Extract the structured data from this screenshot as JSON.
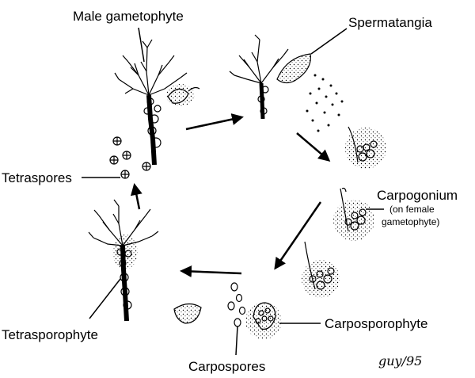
{
  "labels": {
    "male_gametophyte": "Male gametophyte",
    "spermatangia": "Spermatangia",
    "tetraspores": "Tetraspores",
    "carpogonium": "Carpogonium",
    "carpogonium_note_1": "(on female",
    "carpogonium_note_2": "gametophyte)",
    "tetrasporophyte": "Tetrasporophyte",
    "carposporophyte": "Carposporophyte",
    "carpospores": "Carpospores"
  },
  "signature": "guy/95",
  "colors": {
    "ink": "#000000",
    "paper": "#ffffff"
  }
}
